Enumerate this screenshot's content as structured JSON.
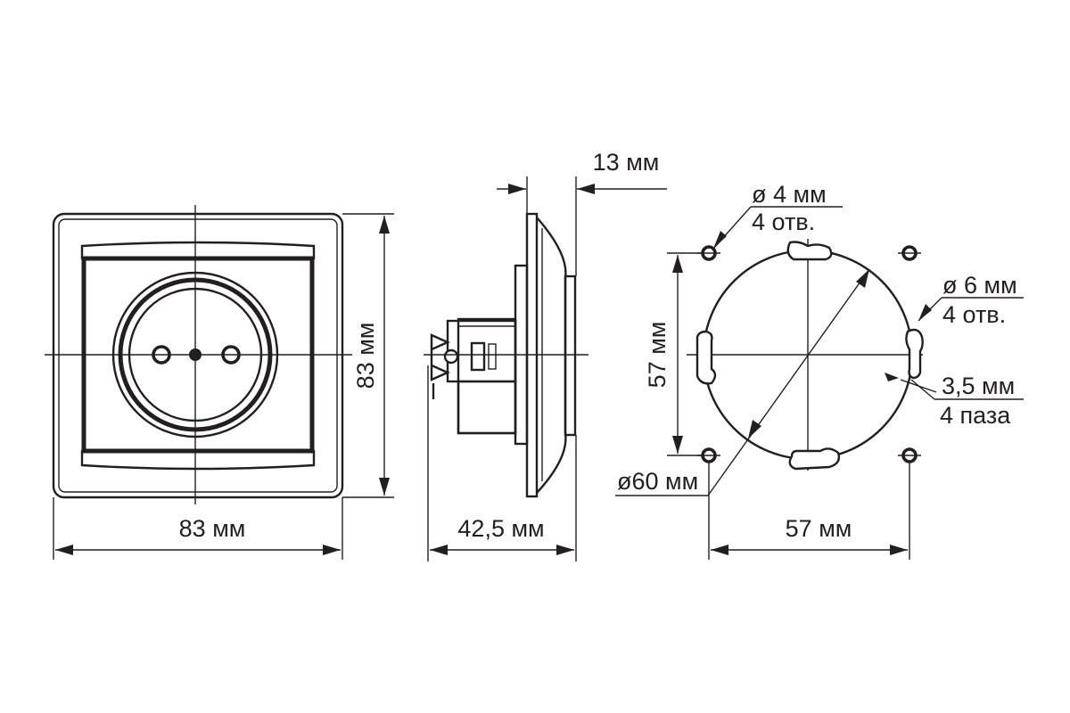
{
  "front_view": {
    "width_label": "83 мм",
    "height_label": "83 мм"
  },
  "side_view": {
    "depth_label": "42,5 мм",
    "plate_label": "13 мм"
  },
  "back_view": {
    "hole_small_diameter": "ø 4 мм",
    "hole_small_count": "4 отв.",
    "hole_large_diameter": "ø 6 мм",
    "hole_large_count": "4 отв.",
    "slot_width": "3,5 мм",
    "slot_count": "4 паза",
    "circle_diameter": "ø60 мм",
    "vertical_spacing": "57 мм",
    "horizontal_spacing": "57 мм"
  }
}
